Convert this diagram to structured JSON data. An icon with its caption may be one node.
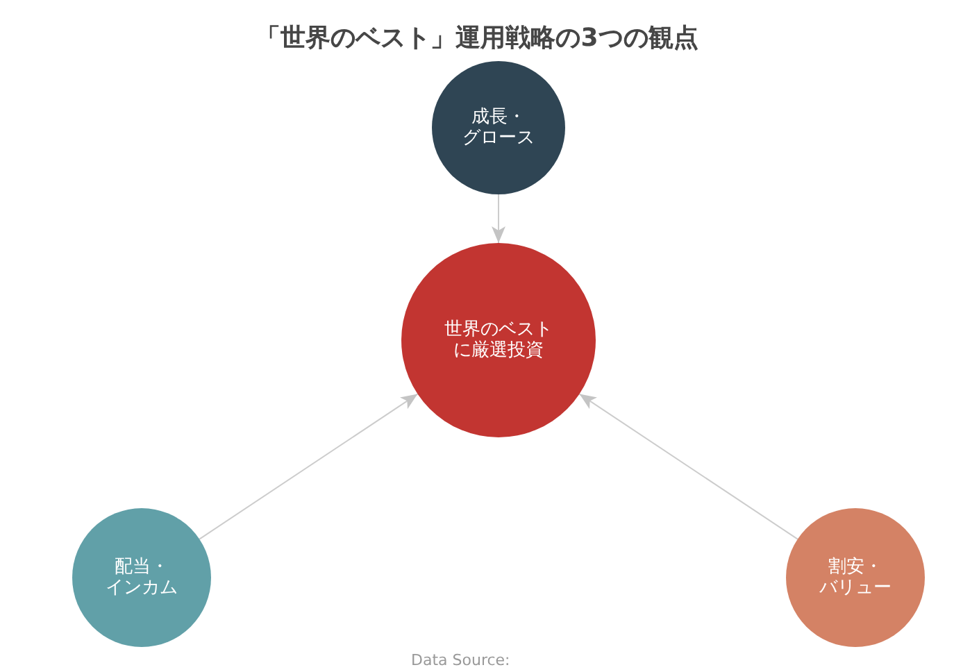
{
  "diagram": {
    "title": "「世界のベスト」運用戦略の3つの観点",
    "nodes": [
      {
        "text": [
          "成長・グロース"
        ]
      },
      {
        "text": [
          "世界のベストに厳選投資"
        ]
      },
      {
        "text": [
          "配当・インカム"
        ]
      },
      {
        "text": [
          "割安・バリュー"
        ]
      }
    ],
    "edges": [
      {
        "from": 0,
        "to": 1,
        "arrow": "to"
      },
      {
        "from": 2,
        "to": 1,
        "arrow": "to"
      },
      {
        "from": 3,
        "to": 1,
        "arrow": "to"
      }
    ],
    "labels": [
      "Data Source:"
    ]
  }
}
